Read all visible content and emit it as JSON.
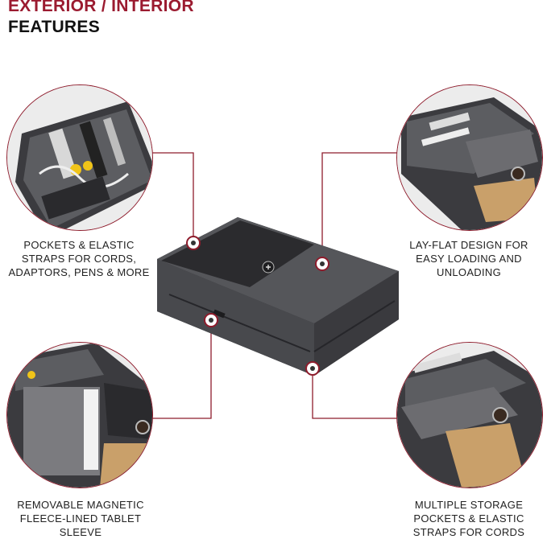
{
  "header": {
    "line1": "EXTERIOR / INTERIOR",
    "line2": "FEATURES"
  },
  "features": {
    "top_left": {
      "line1": "POCKETS & ELASTIC",
      "line2": "STRAPS FOR CORDS,",
      "line3": "ADAPTORS, PENS & MORE"
    },
    "top_right": {
      "line1": "LAY-FLAT DESIGN FOR",
      "line2": "EASY LOADING AND",
      "line3": "UNLOADING"
    },
    "bottom_left": {
      "line1": "REMOVABLE MAGNETIC",
      "line2": "FLEECE-LINED TABLET SLEEVE"
    },
    "bottom_right": {
      "line1": "MULTIPLE STORAGE",
      "line2": "POCKETS & ELASTIC",
      "line3": "STRAPS FOR CORDS"
    }
  },
  "colors": {
    "accent": "#9b1b30",
    "text": "#222222",
    "case": "#4a4a4e"
  }
}
